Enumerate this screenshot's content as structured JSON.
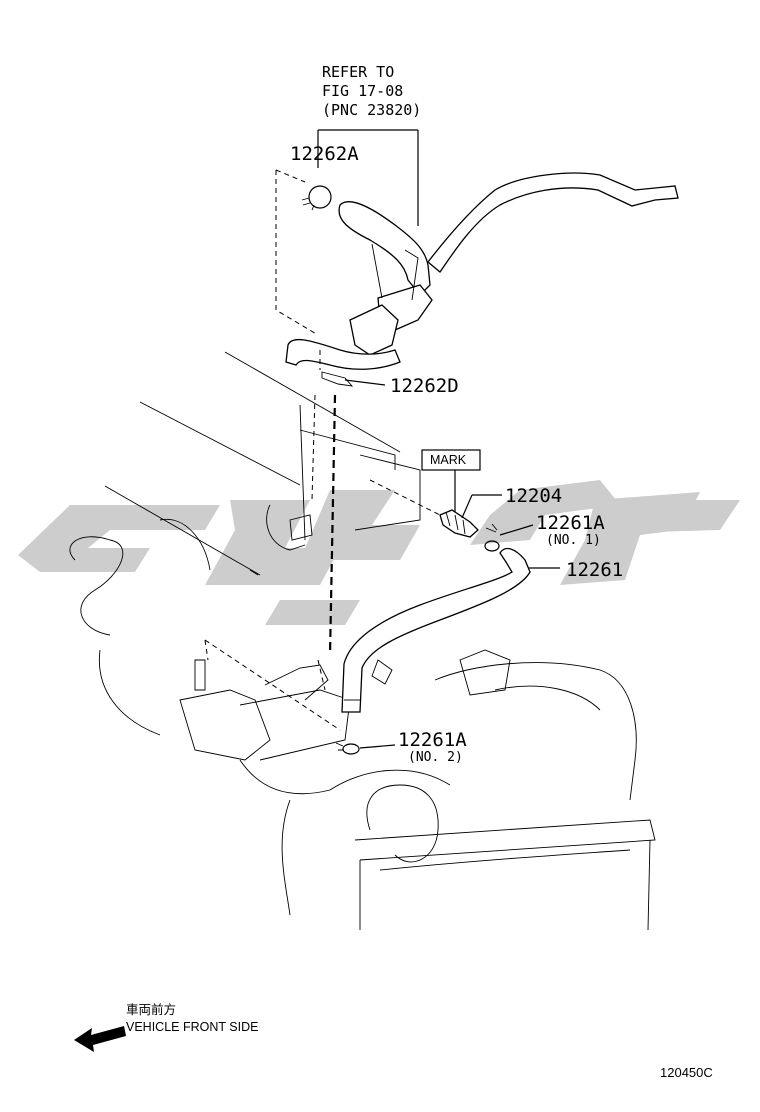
{
  "reference": {
    "line1": "REFER TO",
    "line2": "FIG 17-08",
    "line3": "(PNC 23820)"
  },
  "parts": {
    "p12262A": "12262A",
    "p12262D": "12262D",
    "p12204": "12204",
    "p12261A_1": "12261A",
    "p12261A_1_note": "(NO. 1)",
    "p12261": "12261",
    "p12261A_2": "12261A",
    "p12261A_2_note": "(NO. 2)"
  },
  "mark_label": "MARK",
  "direction": {
    "japanese": "車両前方",
    "english": "VEHICLE FRONT SIDE",
    "icon": "arrow-left-icon"
  },
  "figure_code": "120450C",
  "colors": {
    "line": "#000000",
    "watermark": "#c8c8c8"
  }
}
